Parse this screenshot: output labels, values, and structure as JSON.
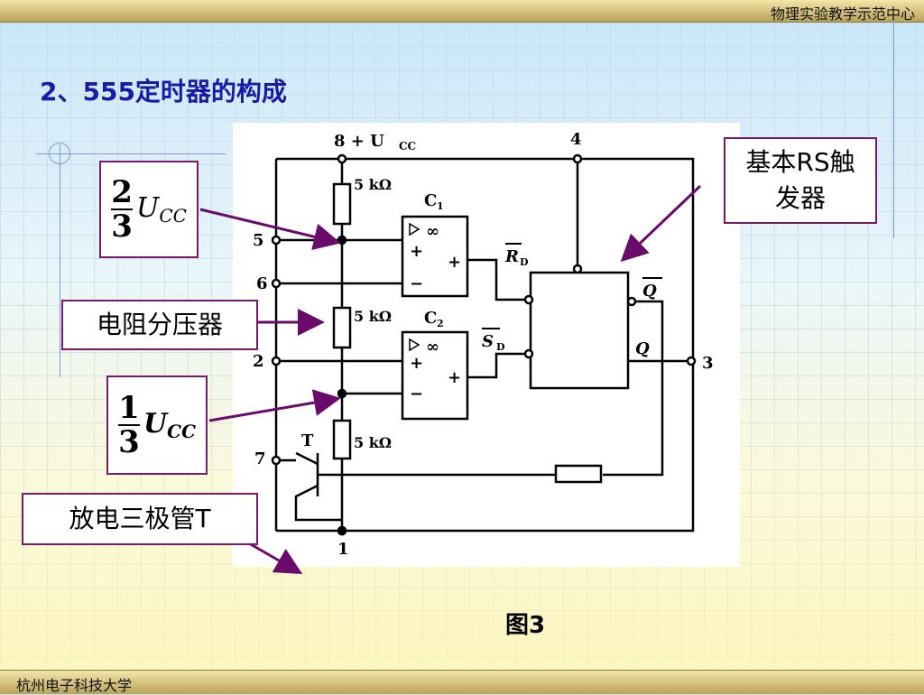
{
  "header": {
    "org": "物理实验教学示范中心"
  },
  "footer": {
    "school": "杭州电子科技大学"
  },
  "slide": {
    "title": "2、555定时器的构成",
    "figure_caption": "图3"
  },
  "callouts": {
    "upper_fraction": {
      "numerator": "2",
      "denominator": "3",
      "symbol": "U",
      "subscript": "CC"
    },
    "lower_fraction": {
      "numerator": "1",
      "denominator": "3",
      "symbol": "U",
      "subscript": "CC"
    },
    "divider": "电阻分压器",
    "rs_flipflop_line1": "基本RS触",
    "rs_flipflop_line2": "发器",
    "transistor": "放电三极管T"
  },
  "circuit": {
    "supply_label": "8 + U",
    "supply_sub": "CC",
    "pin4": "4",
    "pin5": "5",
    "pin6": "6",
    "pin2": "2",
    "pin7": "7",
    "pin1": "1",
    "pin3": "3",
    "r1": "5 kΩ",
    "r2": "5 kΩ",
    "r3": "5 kΩ",
    "c1": "C",
    "c1_sub": "1",
    "c2": "C",
    "c2_sub": "2",
    "rd": "R",
    "rd_sub": "D",
    "sd": "S",
    "sd_sub": "D",
    "q_bar": "Q",
    "q": "Q",
    "transistor_t": "T",
    "plus": "+",
    "minus": "−",
    "infinity": "∞"
  },
  "colors": {
    "title": "#1a1aa6",
    "callout_border": "#7a1a6a",
    "arrow": "#6a0a6a"
  }
}
